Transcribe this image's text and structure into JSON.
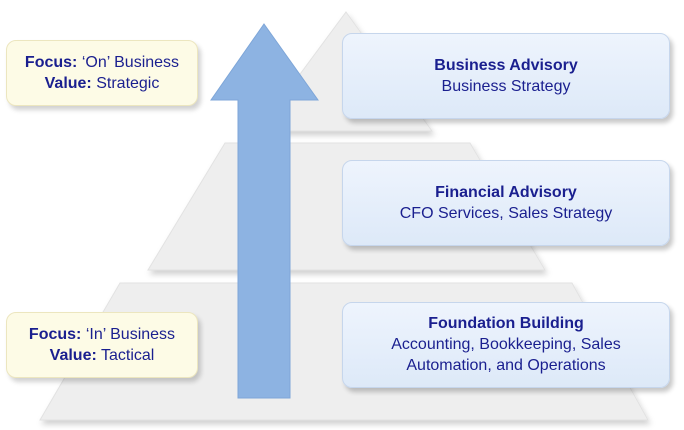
{
  "focus_top": {
    "focus_label": "Focus:",
    "focus_value": "‘On’ Business",
    "value_label": "Value:",
    "value_value": "Strategic"
  },
  "focus_bottom": {
    "focus_label": "Focus:",
    "focus_value": "‘In’ Business",
    "value_label": "Value:",
    "value_value": "Tactical"
  },
  "tiers": [
    {
      "title": "Business Advisory",
      "lines": [
        "Business Strategy"
      ]
    },
    {
      "title": "Financial Advisory",
      "lines": [
        "CFO Services, Sales Strategy"
      ]
    },
    {
      "title": "Foundation Building",
      "lines": [
        "Accounting, Bookkeeping, Sales",
        "Automation, and Operations"
      ]
    }
  ],
  "colors": {
    "pyramid": "#eeeeee",
    "arrow": "#8db3e2",
    "text": "#1a1f8f",
    "tier_box": "#e4edf9",
    "focus_box": "#fdfbe6"
  }
}
